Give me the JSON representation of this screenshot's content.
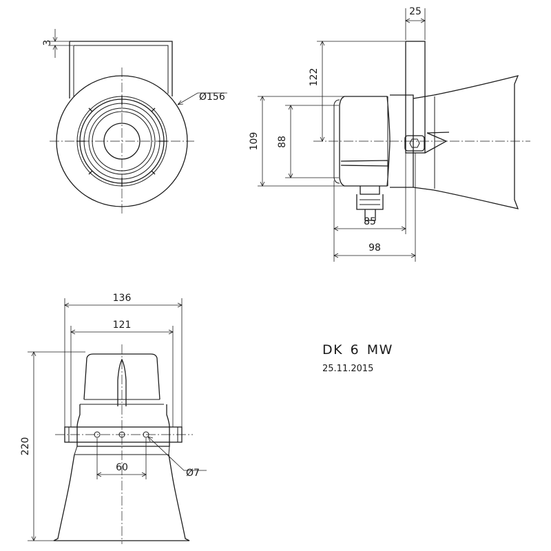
{
  "drawing": {
    "model": "DK 6 MW",
    "date": "25.11.2015"
  },
  "dimensions": {
    "bracket_offset": "3",
    "front_diameter": "Ø156",
    "bracket_width": "25",
    "bracket_to_axis": "122",
    "housing_height_outer": "109",
    "housing_height_inner": "88",
    "housing_depth": "85",
    "overall_depth": "98",
    "overall_width": "136",
    "housing_width": "121",
    "overall_height": "220",
    "hole_spacing": "60",
    "hole_diameter": "Ø7"
  }
}
